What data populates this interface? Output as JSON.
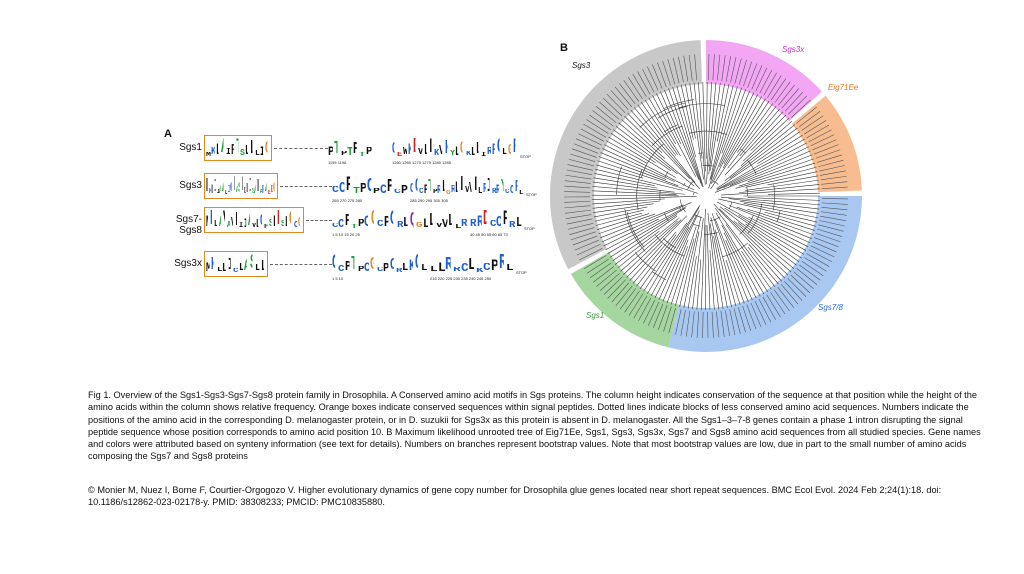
{
  "figure": {
    "panel_a": {
      "label": "A",
      "rows": [
        {
          "name": "Sgs1",
          "signal": "MKLAIFTSLLLIG",
          "motif_a": "PTPTPTP",
          "motif_b": "CEWKEVLLKVKYLGKLLIRRCLGR",
          "ticks_a": "1195 1196",
          "ticks_b": "1260 1265 1270 1275 1280 1285",
          "stop": "STOP"
        },
        {
          "name": "Sgs3",
          "signal": "MKLIIAALICLASLLLISAPARAEDG",
          "motif_a": "CCPTPCPCPCP",
          "motif_b": "CCCPTPRLGRLLVVLLRIRRYCCRL",
          "ticks_a": "265 270 275 280",
          "ticks_b": "285 290 295 300 305",
          "stop": "STOP"
        },
        {
          "name": "Sgs7-Sgs8",
          "signal": "MKLAVAVLIIAVLCFSLDSLGCG",
          "motif_a": "CCPTPCGCPCRLQGLLVVLLR",
          "motif_b": "RRDCCPRL",
          "ticks_a": "1 5 10 15 20 25",
          "ticks_b": "40 45 50 55 60 65 70",
          "stop": "STOP"
        },
        {
          "name": "Sgs3x",
          "signal": "MKLLICLASLL",
          "motif_a": "CCPTPCGCPCRLKCL",
          "motif_b": "LLRRCLKCPRL",
          "ticks_a": "1 5 10",
          "ticks_b": "216 220 225 230 235 240 245 250",
          "stop": "STOP"
        }
      ]
    },
    "panel_b": {
      "label": "B",
      "clades": [
        {
          "name": "Sgs3",
          "color": "#c8c8c8"
        },
        {
          "name": "Sgs3x",
          "color": "#f2a6f4"
        },
        {
          "name": "Eig71Ee",
          "color": "#f7bd91"
        },
        {
          "name": "Sgs7/8",
          "color": "#a8c8f2"
        },
        {
          "name": "Sgs1",
          "color": "#a6d6a0"
        }
      ]
    },
    "caption": "Fig 1. Overview of the Sgs1-Sgs3-Sgs7-Sgs8 protein family in Drosophila. A Conserved amino acid motifs in Sgs proteins. The column height indicates conservation of the sequence at that position while the height of the amino acids within the column shows relative frequency. Orange boxes indicate conserved sequences within signal peptides. Dotted lines indicate blocks of less conserved amino acid sequences. Numbers indicate the positions of the amino acid in the corresponding D. melanogaster protein, or in D. suzukii for Sgs3x as this protein is absent in D. melanogaster. All the Sgs1–3–7-8 genes contain a phase 1 intron disrupting the signal peptide sequence whose position corresponds to amino acid position 10. B Maximum likelihood unrooted tree of Eig71Ee, Sgs1, Sgs3, Sgs3x, Sgs7 and Sgs8 amino acid sequences from all studied species. Gene names and colors were attributed based on synteny information (see text for details). Numbers on branches represent bootstrap values. Note that most bootstrap values are low, due in part to the small number of amino acids composing the Sgs7 and Sgs8 proteins",
    "citation": "© Monier M, Nuez I, Borne F, Courtier-Orgogozo V. Higher evolutionary dynamics of gene copy number for Drosophila glue genes located near short repeat sequences. BMC Ecol Evol. 2024 Feb 2;24(1):18. doi: 10.1186/s12862-023-02178-y. PMID: 38308233; PMCID: PMC10835880."
  }
}
